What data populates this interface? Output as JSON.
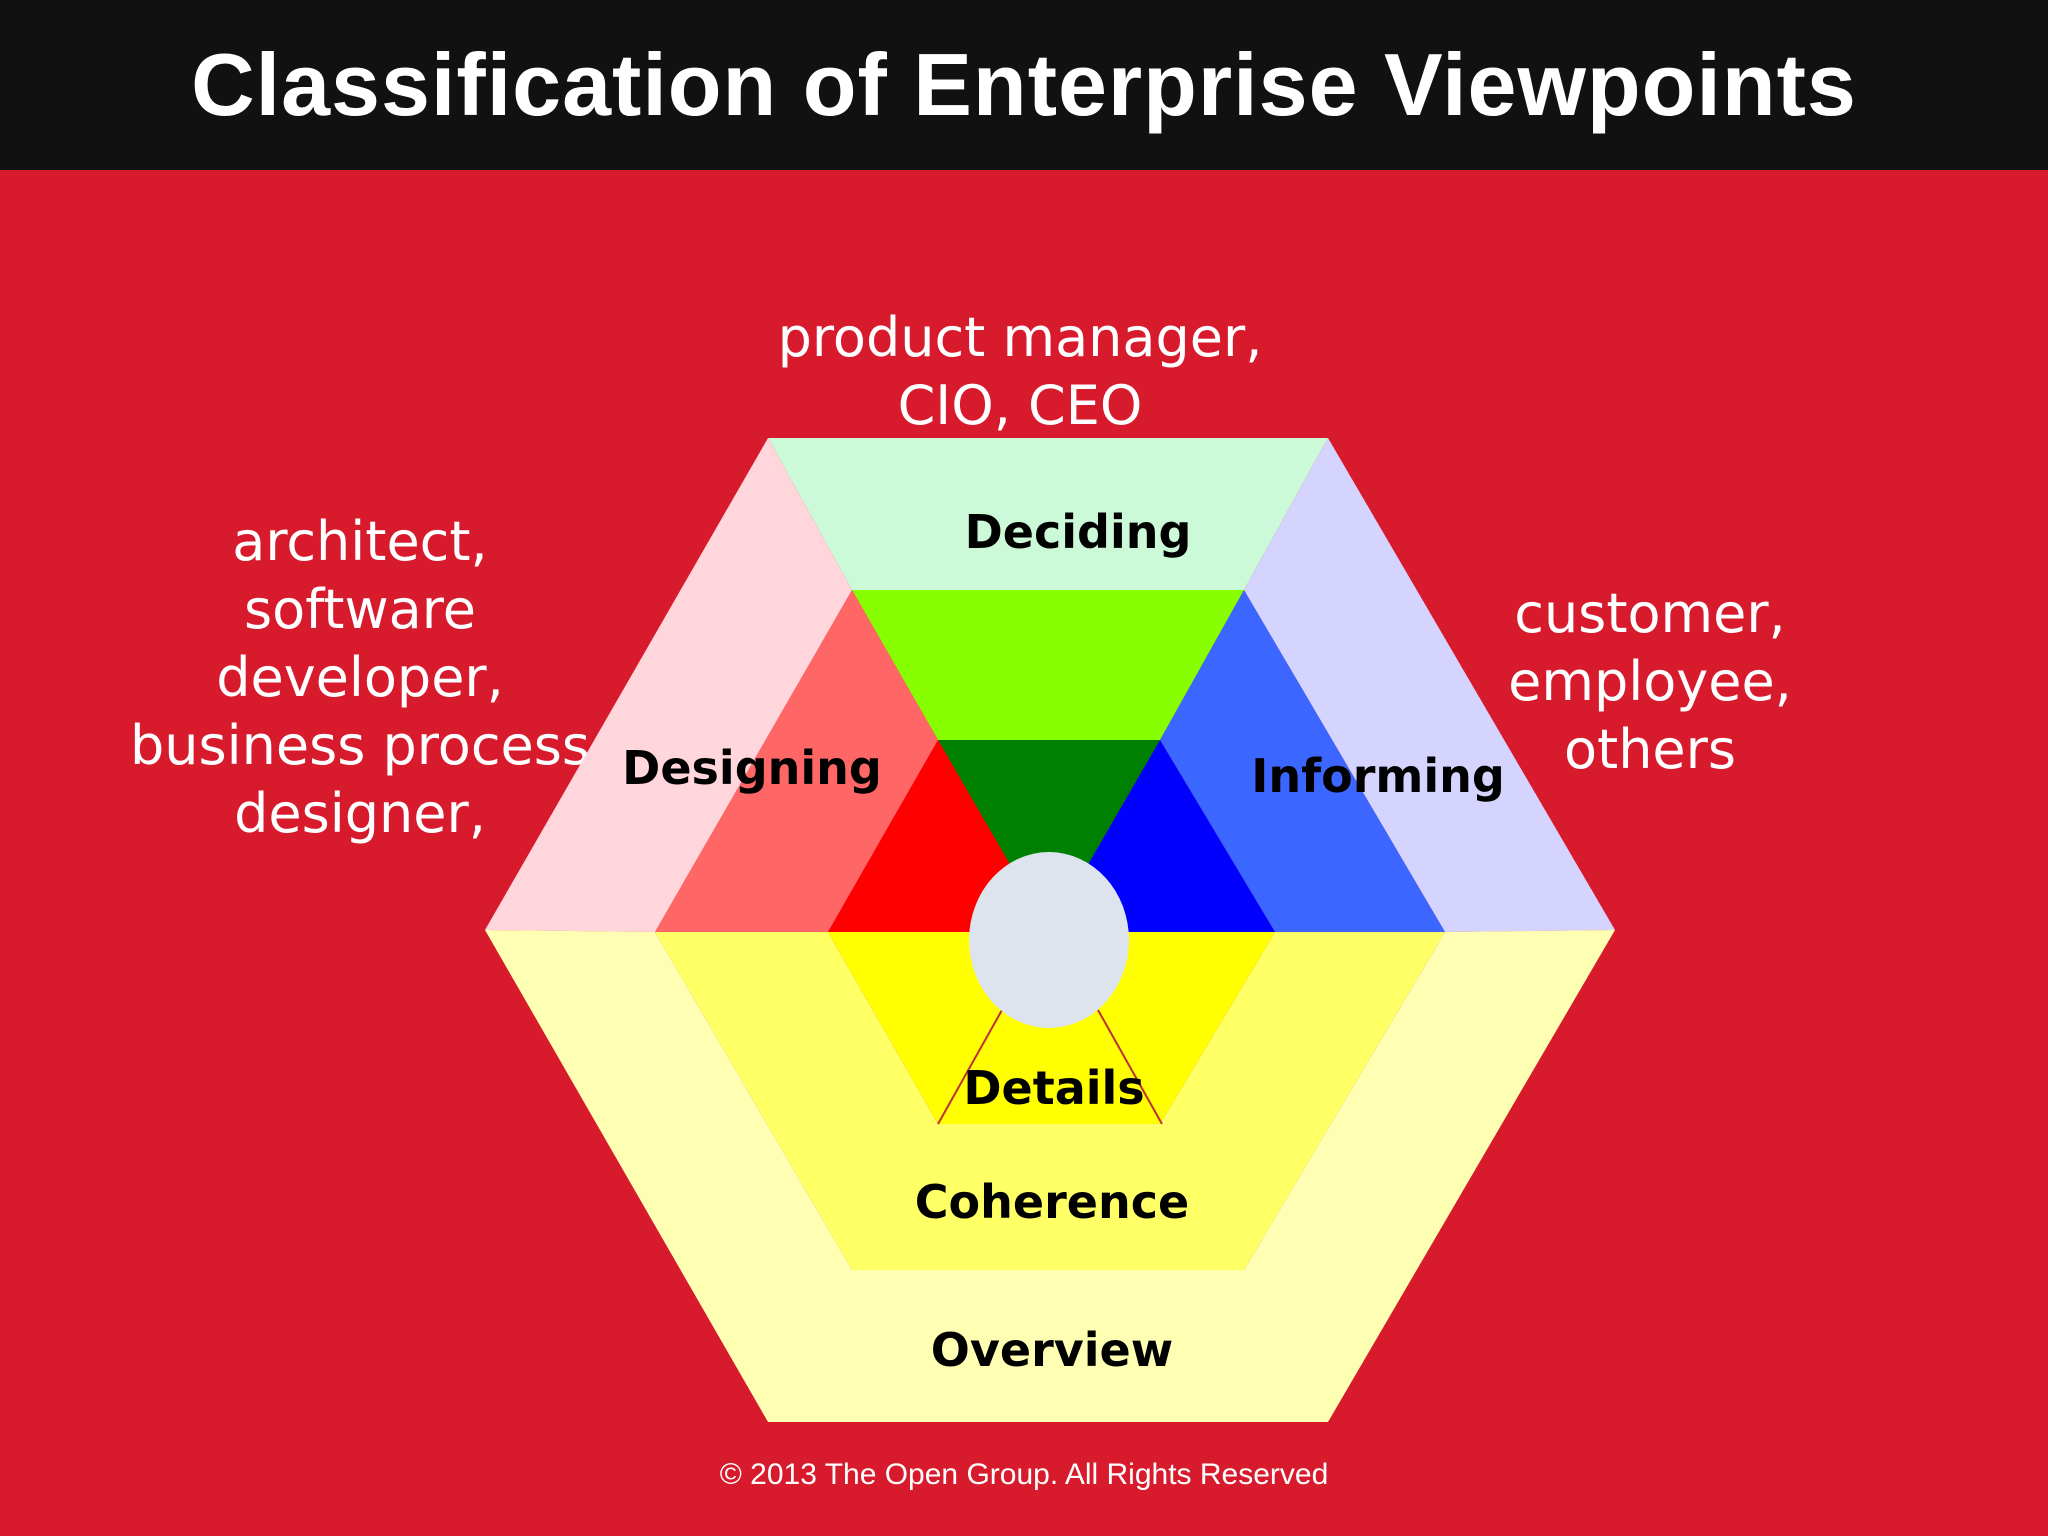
{
  "title": "Classification of Enterprise Viewpoints",
  "roles": {
    "top": "product manager,\nCIO, CEO",
    "left": "architect,\nsoftware\ndeveloper,\nbusiness process\ndesigner,",
    "right": "customer,\nemployee,\nothers"
  },
  "segments": {
    "deciding": "Deciding",
    "designing": "Designing",
    "informing": "Informing",
    "details": "Details",
    "coherence": "Coherence",
    "overview": "Overview"
  },
  "colors": {
    "background": "#d81a2d",
    "title_bar": "#111111",
    "deciding_outer": "#ccfad8",
    "deciding_middle": "#88ff00",
    "deciding_inner": "#008000",
    "designing_outer": "#ffd6dc",
    "designing_middle": "#ff6666",
    "designing_inner": "#ff0000",
    "informing_outer": "#d4d4ff",
    "informing_middle": "#3b66ff",
    "informing_inner": "#0000ff",
    "overview": "#ffffb3",
    "coherence": "#ffff66",
    "details": "#ffff00",
    "center": "#dde4ee"
  },
  "copyright": "© 2013 The Open Group. All Rights Reserved"
}
